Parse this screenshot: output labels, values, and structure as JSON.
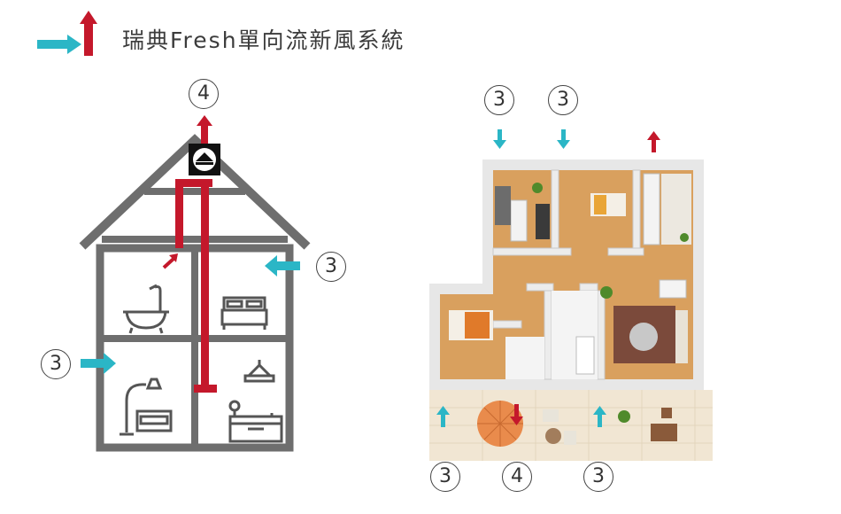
{
  "title": "瑞典Fresh單向流新風系統",
  "icons": {
    "supply_air": "cyan-right-arrow-icon",
    "exhaust_air": "red-up-arrow-icon"
  },
  "colors": {
    "supply": "#2bb6c6",
    "exhaust": "#c4182b",
    "house_line": "#6e6e6e",
    "floor_wood": "#d9a05e",
    "wall_gray": "#e7e7e7"
  },
  "markers": {
    "house_top": "4",
    "house_wall_right": "3",
    "house_wall_left": "3",
    "plan_top_left": "3",
    "plan_top_mid": "3",
    "plan_bottom_left": "3",
    "plan_bottom_mid": "4",
    "plan_bottom_right": "3"
  }
}
